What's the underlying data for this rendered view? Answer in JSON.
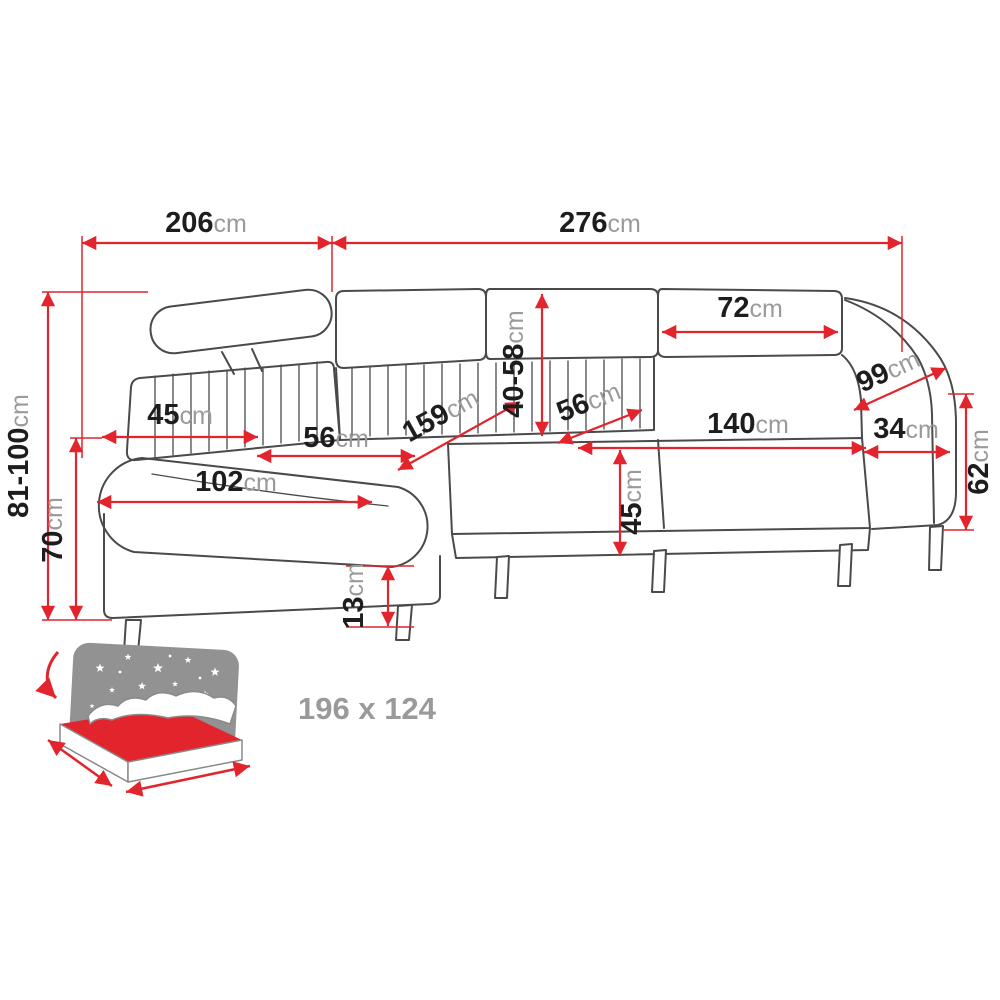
{
  "diagram": {
    "title": "corner-sofa-dimension-drawing",
    "labels": {
      "w_left": {
        "num": "206",
        "unit": "cm"
      },
      "w_right": {
        "num": "276",
        "unit": "cm"
      },
      "h_back": {
        "num": "81-100",
        "unit": "cm"
      },
      "h_arm": {
        "num": "70",
        "unit": "cm"
      },
      "d_back_left": {
        "num": "45",
        "unit": "cm"
      },
      "w_seat_left": {
        "num": "56",
        "unit": "cm"
      },
      "w_chaise": {
        "num": "102",
        "unit": "cm"
      },
      "l_chaise": {
        "num": "159",
        "unit": "cm"
      },
      "h_backrest": {
        "num": "40-58",
        "unit": "cm"
      },
      "w_seat_mid": {
        "num": "56",
        "unit": "cm"
      },
      "w_back_cushion": {
        "num": "72",
        "unit": "cm"
      },
      "w_seat_right": {
        "num": "140",
        "unit": "cm"
      },
      "d_arm_right": {
        "num": "99",
        "unit": "cm"
      },
      "w_arm_right": {
        "num": "34",
        "unit": "cm"
      },
      "h_arm_right": {
        "num": "62",
        "unit": "cm"
      },
      "d_seat": {
        "num": "45",
        "unit": "cm"
      },
      "h_leg": {
        "num": "13",
        "unit": "cm"
      }
    },
    "sleeping_area": {
      "label": "196 x 124"
    },
    "colors": {
      "dimension_red": "#e2242c",
      "outline_gray": "#4a4a4a",
      "number_black": "#1d1d1d",
      "unit_gray": "#9a9a9a",
      "icon_gray": "#929292"
    }
  }
}
